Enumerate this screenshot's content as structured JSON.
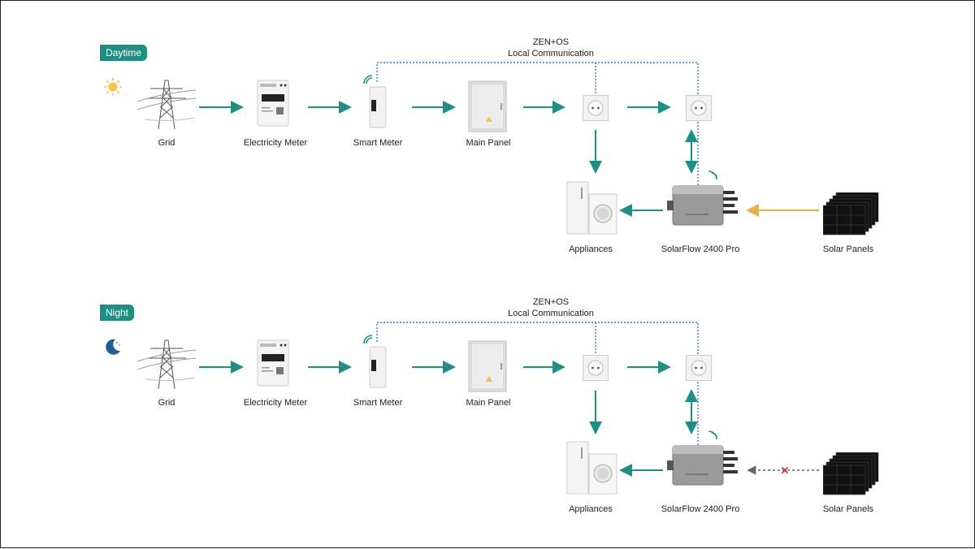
{
  "colors": {
    "arrow": "#1f8f83",
    "solar_arrow": "#e9b04a",
    "comm_line": "#2a7fc0",
    "blocked": "#c0392b",
    "badge": "#1f8f83"
  },
  "sections": [
    {
      "mode": "Daytime",
      "mode_icon": "sun-icon",
      "comm_title": "ZEN+OS",
      "comm_subtitle": "Local Communication",
      "labels": {
        "grid": "Grid",
        "electricity_meter": "Electricity Meter",
        "smart_meter": "Smart Meter",
        "main_panel": "Main Panel",
        "appliances": "Appliances",
        "solarflow": "SolarFlow 2400 Pro",
        "solar_panels": "Solar Panels"
      },
      "solar_flow_active": true
    },
    {
      "mode": "Night",
      "mode_icon": "moon-icon",
      "comm_title": "ZEN+OS",
      "comm_subtitle": "Local Communication",
      "labels": {
        "grid": "Grid",
        "electricity_meter": "Electricity Meter",
        "smart_meter": "Smart Meter",
        "main_panel": "Main Panel",
        "appliances": "Appliances",
        "solarflow": "SolarFlow 2400 Pro",
        "solar_panels": "Solar Panels"
      },
      "solar_flow_active": false
    }
  ]
}
